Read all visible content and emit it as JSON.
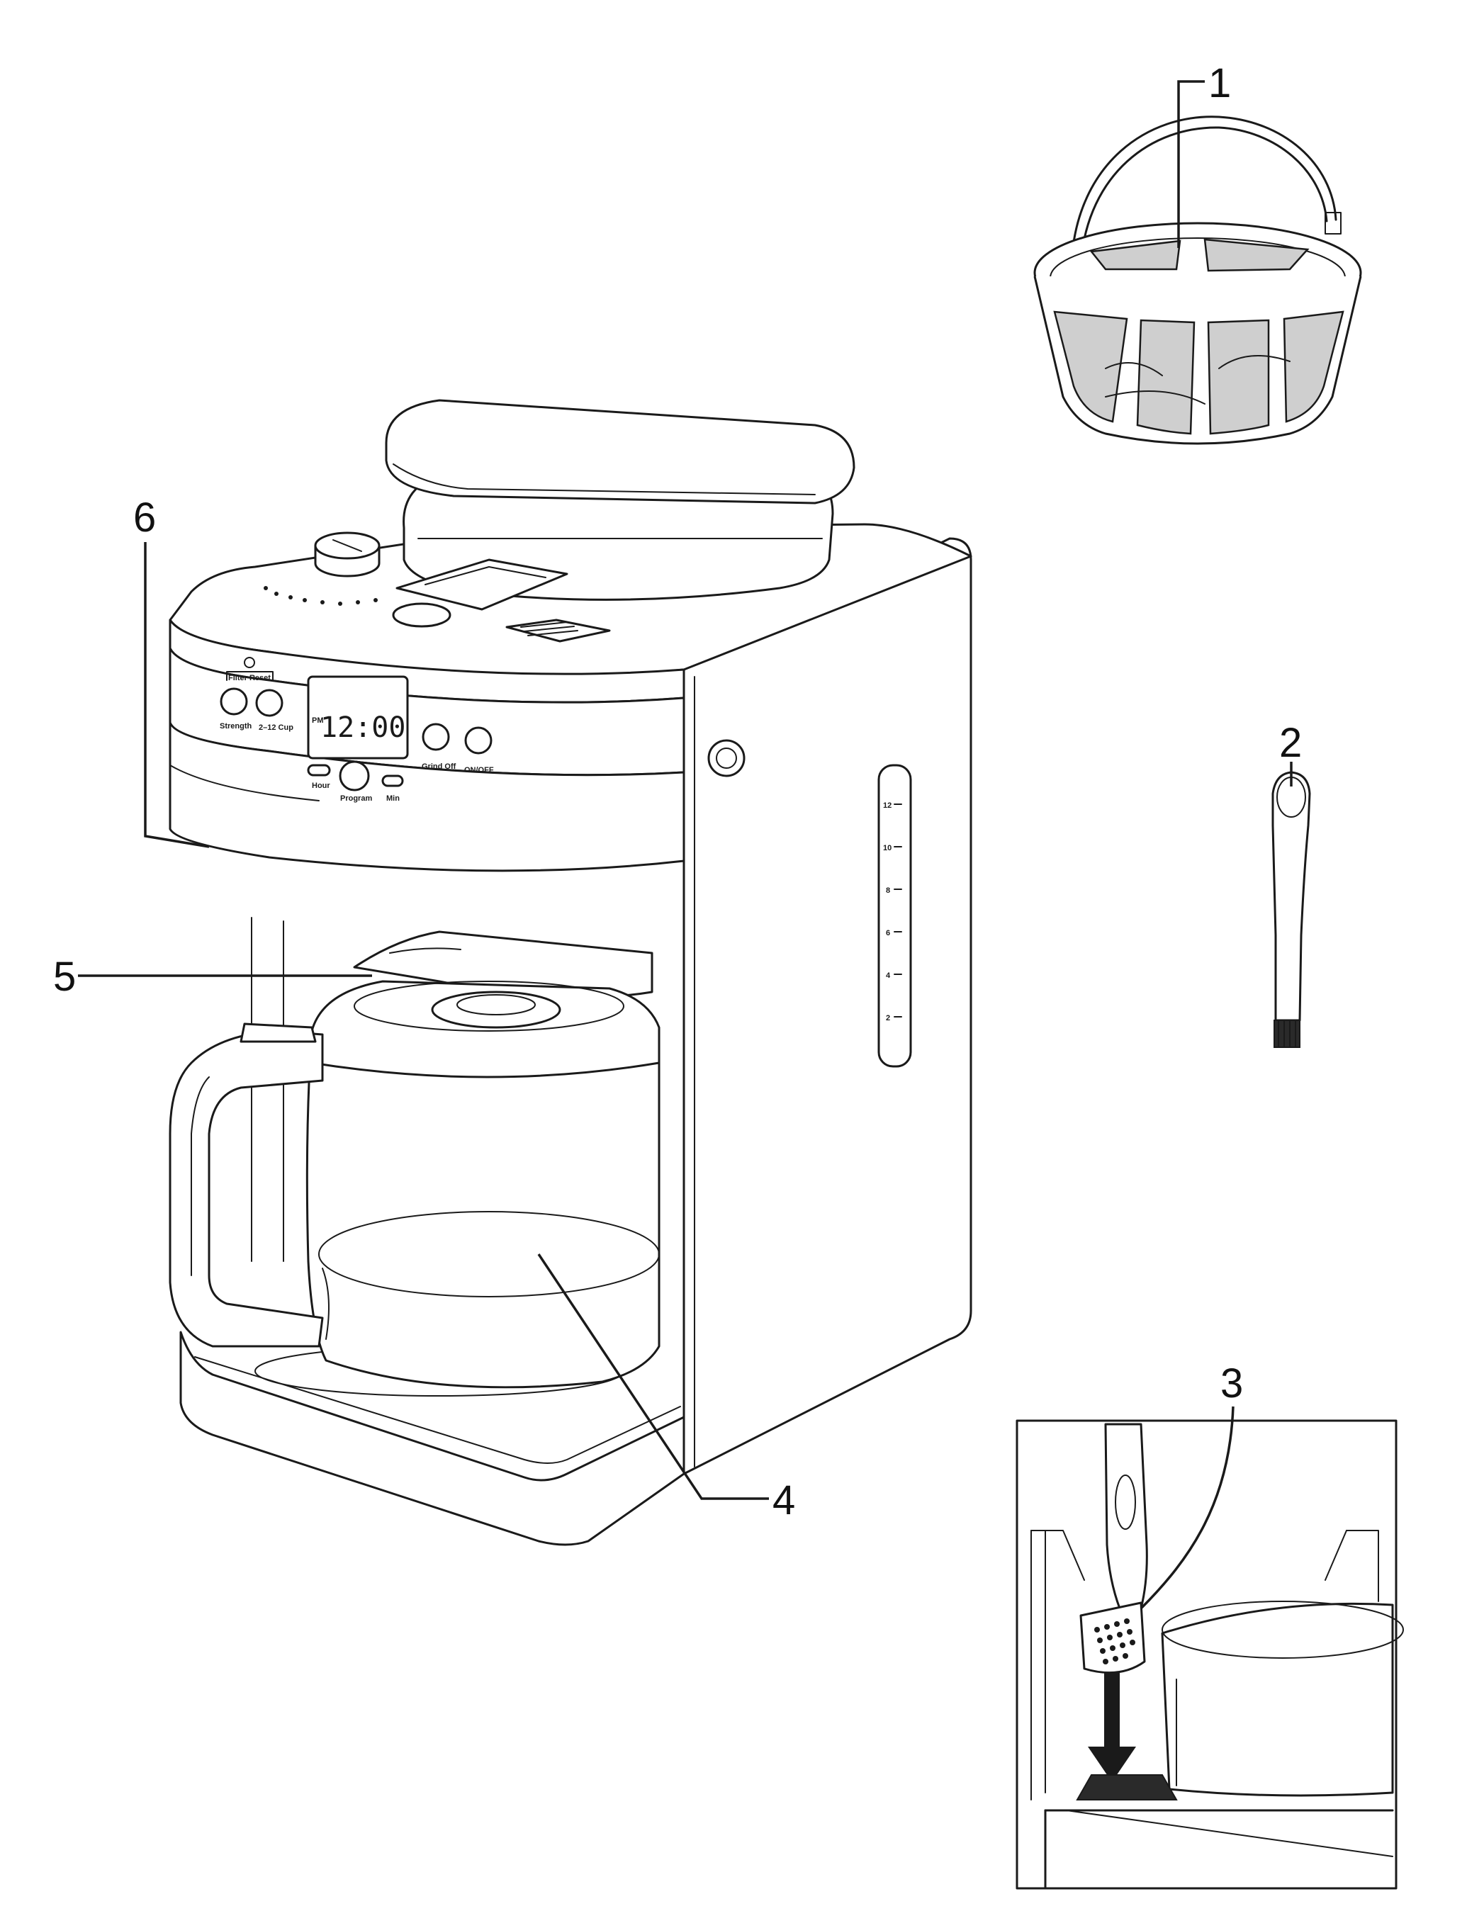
{
  "callouts": {
    "c1": "1",
    "c2": "2",
    "c3": "3",
    "c4": "4",
    "c5": "5",
    "c6": "6"
  },
  "control_panel": {
    "filter_reset": "Filter Reset",
    "strength": "Strength",
    "cup_select": "2–12 Cup",
    "clock": "12:00",
    "pm": "PM",
    "grind_off": "Grind Off",
    "on_off": "ON/OFF",
    "hour": "Hour",
    "program": "Program",
    "min": "Min"
  },
  "water_gauge": {
    "marks": [
      "12",
      "10",
      "8",
      "6",
      "4",
      "2"
    ]
  }
}
